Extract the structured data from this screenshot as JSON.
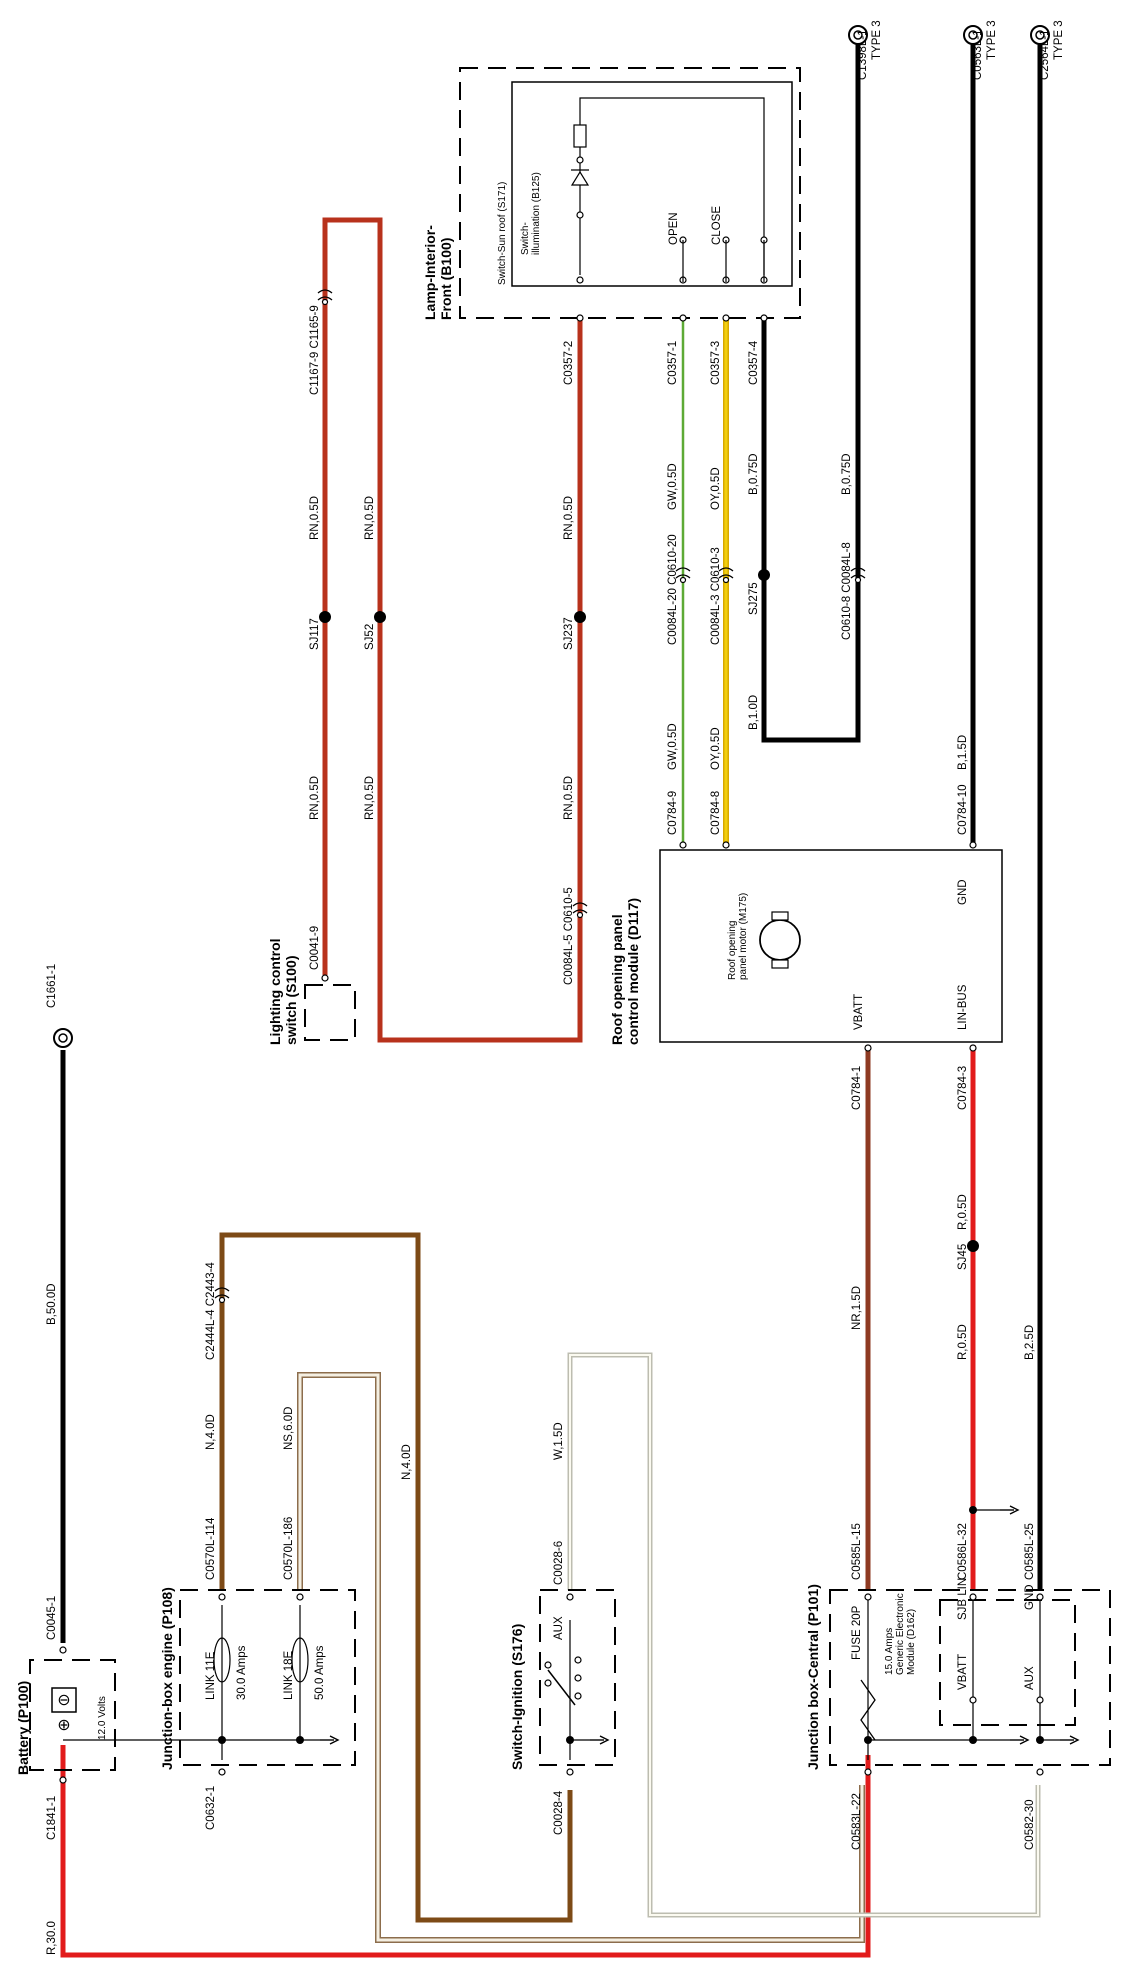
{
  "colors": {
    "R": "#e21b1b",
    "RN": "#b8321c",
    "N": "#7d4a16",
    "NS": "#8c6d4c",
    "NR": "#8e3a22",
    "GW": "#5daa35",
    "OY": "#f2cf0f",
    "B": "#000000",
    "W": "#d9d9c8",
    "NS_inner": "#f4efe2"
  },
  "components": {
    "battery": {
      "title": "Battery (P100)",
      "volts": "12.0 Volts",
      "c_top": "C0045-1",
      "c_bottom": "C1841-1",
      "ground": "C1661-1",
      "wire_top": "B,50.0D",
      "wire_bottom": "R,30.0"
    },
    "jbox_engine": {
      "title": "Junction-box engine (P108)",
      "fuse1": "LINK 11E",
      "fuse1_amps": "30.0 Amps",
      "fuse2": "LINK 18E",
      "fuse2_amps": "50.0 Amps",
      "c1": "C0570L-114",
      "c2": "C0570L-186",
      "c_bottom": "C0632-1",
      "w1": "N,4.0D",
      "w2": "NS,6.0D",
      "c_up": "C2444L-4 C2443-4",
      "w_long": "N,4.0D"
    },
    "switch_ign": {
      "title": "Switch-Ignition (S176)",
      "aux": "AUX",
      "c_top": "C0028-6",
      "c_bottom": "C0028-4",
      "w": "W,1.5D"
    },
    "jbox_central": {
      "title": "Junction box-Central (P101)",
      "fuse": "FUSE 20P",
      "fuse_amps": "15.0 Amps",
      "gem1": "Generic Electronic",
      "gem2": "Module (D162)",
      "vbatt": "VBATT",
      "sjb_lin": "SJB LIN",
      "aux": "AUX",
      "gnd": "GND",
      "c15": "C0585L-15",
      "c32": "C0586L-32",
      "c25": "C0585L-25",
      "c_bl": "C0583L-22",
      "c_br": "C0582-30"
    },
    "roof_module": {
      "title1": "Roof opening panel",
      "title2": "control module (D117)",
      "motor1": "Roof opening",
      "motor2": "panel motor (M175)",
      "vbatt": "VBATT",
      "linbus": "LIN-BUS",
      "gnd": "GND",
      "c_vbatt": "C0784-1",
      "c_lin": "C0784-3",
      "c_gw": "C0784-9",
      "c_oy": "C0784-8",
      "c_gnd": "C0784-10"
    },
    "lighting": {
      "title1": "Lighting control",
      "title2": "switch (S100)",
      "c": "C0041-9"
    },
    "lamp": {
      "title1": "Lamp-Interior-",
      "title2": "Front (B100)",
      "sun1": "Switch-Sun roof (S171)",
      "illum1": "Switch-",
      "illum2": "illumination (B125)",
      "open": "OPEN",
      "close": "CLOSE",
      "c2": "C0357-2",
      "c1": "C0357-1",
      "c3": "C0357-3",
      "c4": "C0357-4"
    }
  },
  "labels": {
    "rn1_hi": "RN,0.5D",
    "rn1_lo": "RN,0.5D",
    "rn2_hi": "RN,0.5D",
    "rn2_lo": "RN,0.5D",
    "rn3_hi": "RN,0.5D",
    "rn3_lo": "RN,0.5D",
    "sj117": "SJ117",
    "sj52": "SJ52",
    "sj237": "SJ237",
    "sj275": "SJ275",
    "sj45": "SJ45",
    "c1167": "C1167-9 C1165-9",
    "c0084_5": "C0084L-5 C0610-5",
    "gw_hi": "GW,0.5D",
    "gw_lo": "GW,0.5D",
    "oy_hi": "OY,0.5D",
    "oy_lo": "OY,0.5D",
    "b075a": "B,0.75D",
    "b075b": "B,0.75D",
    "b10": "B,1.0D",
    "b15": "B,1.5D",
    "c20": "C0084L-20 C0610-20",
    "c3x": "C0084L-3 C0610-3",
    "c8x": "C0610-8 C0084L-8",
    "nr15": "NR,1.5D",
    "r05a": "R,0.5D",
    "r05b": "R,0.5D",
    "b25": "B,2.5D",
    "t1": "C1398L-1",
    "t2": "C0563L-1",
    "t3": "C2564L-1",
    "type3": "TYPE 3"
  }
}
